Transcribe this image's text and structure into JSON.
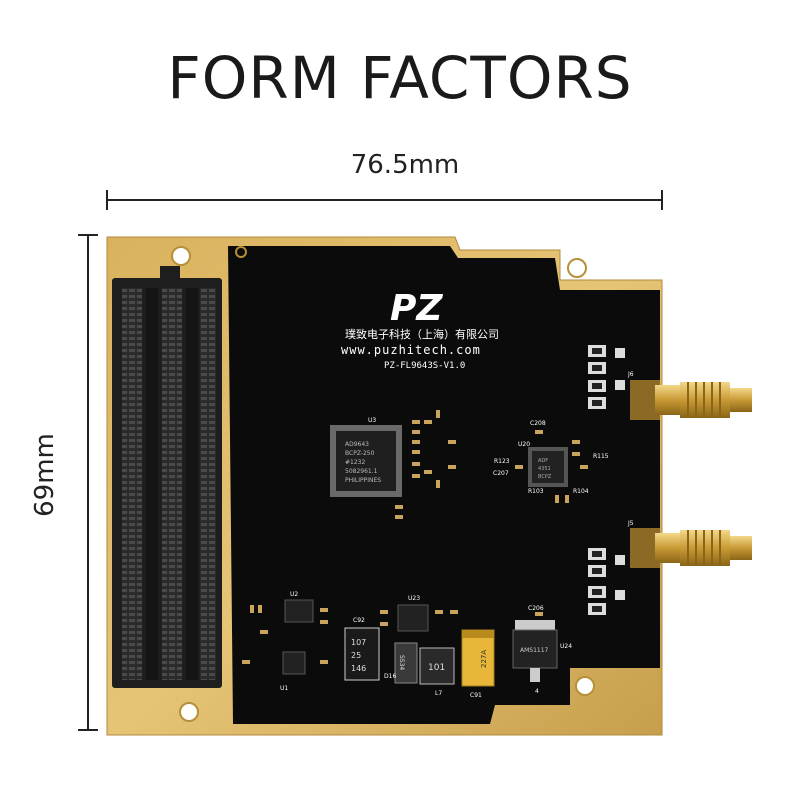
{
  "title": "FORM FACTORS",
  "dimensions": {
    "width": "76.5mm",
    "height": "69mm"
  },
  "board": {
    "logo": "PZ",
    "company": "璞致电子科技（上海）有限公司",
    "website": "www.puzhitech.com",
    "model": "PZ-FL9643S-V1.0",
    "chip_u3_lines": [
      "AD9643",
      "BCPZ-250",
      "#1232",
      "5082961.1",
      "PHILIPPINES"
    ],
    "chip_u20_lines": [
      "ADF",
      "4351",
      "BCPZ"
    ],
    "component_labels": {
      "u3": "U3",
      "u20": "U20",
      "u2": "U2",
      "u23": "U23",
      "u1": "U1",
      "u24": "U24",
      "j5": "J5",
      "j6": "J6",
      "l7": "L7",
      "c91": "C91",
      "c92": "C92",
      "c206": "C206",
      "c207": "C207",
      "c208": "C208",
      "d16": "D16",
      "r115": "R115",
      "r123": "R123",
      "r103": "R103",
      "r104": "R104",
      "pin4": "4"
    },
    "cap_c92_lines": [
      "107",
      "25",
      "146"
    ],
    "cap_c91_text": "227A",
    "inductor_text": "101",
    "diode_text": "SS34",
    "reg_text": "AMS1117"
  }
}
